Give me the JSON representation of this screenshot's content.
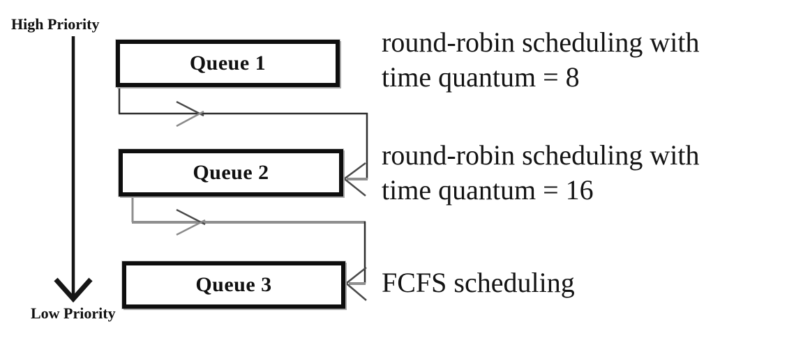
{
  "priority": {
    "high": "High Priority",
    "low": "Low Priority"
  },
  "queues": [
    {
      "name": "Queue 1",
      "policy": [
        "round-robin scheduling with",
        "time quantum = 8"
      ]
    },
    {
      "name": "Queue 2",
      "policy": [
        "round-robin scheduling with",
        "time quantum = 16"
      ]
    },
    {
      "name": "Queue 3",
      "policy": [
        "FCFS scheduling"
      ]
    }
  ],
  "colors": {
    "box_border": "#0e0e0e",
    "dark_line": "#2e2e2e",
    "gray_line": "#8f8f8f",
    "arrow_black": "#161616",
    "text": "#141414"
  }
}
